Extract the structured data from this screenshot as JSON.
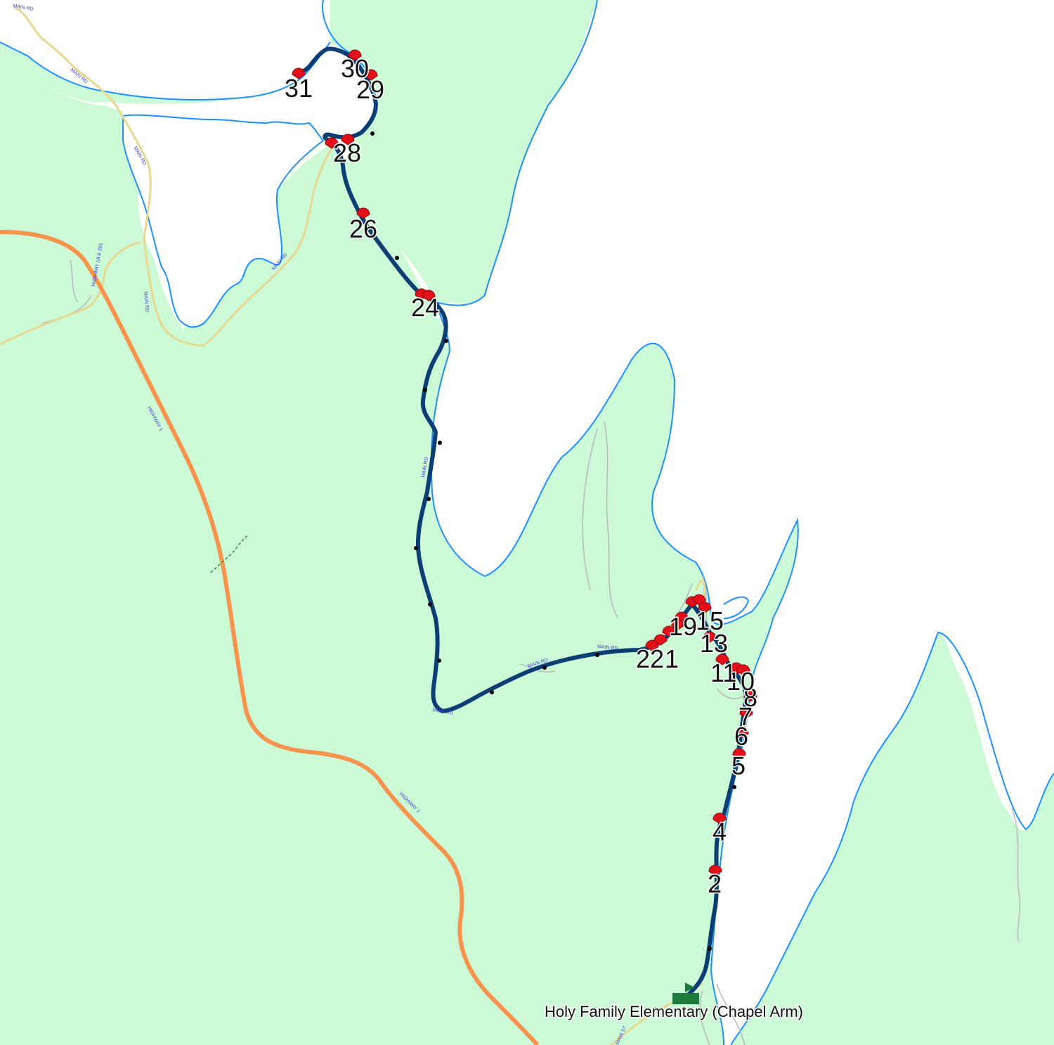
{
  "map": {
    "colors": {
      "land": "#ccfad6",
      "water": "#ffffff",
      "shoreline": "#1e90ff",
      "highway": "#f7934c",
      "main_road": "#e8d78f",
      "minor_road": "#b8b8b8",
      "route": "#0b3f73",
      "stop_marker": "#e3101a",
      "school_marker": "#1e7a3a"
    },
    "road_labels": {
      "main_rd": "MAIN RD",
      "highway_1": "HIGHWAY 1",
      "highway_1a_201": "HIGHWAY 1A & 201",
      "main_st": "MAIN ST"
    },
    "school": {
      "name": "Holy Family Elementary (Chapel Arm)",
      "icon": "school-flag-icon"
    },
    "stops": [
      "2",
      "4",
      "5",
      "6",
      "7",
      "8",
      "10",
      "11",
      "13",
      "15",
      "19",
      "21",
      "22",
      "24",
      "26",
      "28",
      "29",
      "30",
      "31"
    ],
    "stop_icon": "bus-stop-marker-icon",
    "route_icon": "route-direction-arrow-icon"
  }
}
